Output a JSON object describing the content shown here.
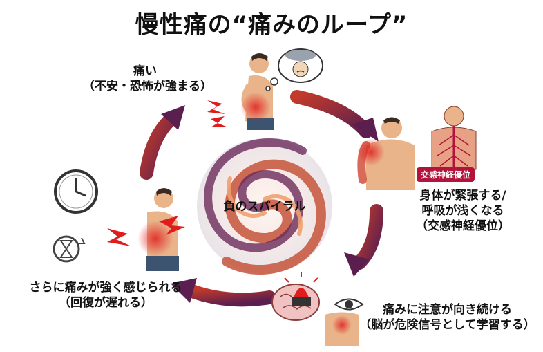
{
  "title": "慢性痛の“痛みのループ”",
  "center": {
    "text": "負のスパイラル"
  },
  "steps": [
    {
      "line1": "痛い",
      "line2": "（不安・恐怖が強まる）"
    },
    {
      "line1": "身体が緊張する/",
      "line2": "呼吸が浅くなる",
      "line3": "（交感神経優位）"
    },
    {
      "line1": "痛みに注意が向き続ける",
      "line2": "（脳が危険信号として学習する）"
    },
    {
      "line1": "さらに痛みが強く感じられる",
      "line2": "（回復が遅れる）"
    }
  ],
  "badge": "交感神経優位",
  "colors": {
    "arrow_start": "#c23a2a",
    "arrow_end": "#5b1f4f",
    "accent": "#b3123b",
    "skin": "#e9b48a"
  },
  "icons": [
    "back-pain-figure",
    "thought-cloud-icon",
    "stiff-shoulder-figure",
    "nervous-system-icon",
    "brain-icon",
    "alarm-icon",
    "eye-icon",
    "clock-icon",
    "hourglass-icon"
  ]
}
